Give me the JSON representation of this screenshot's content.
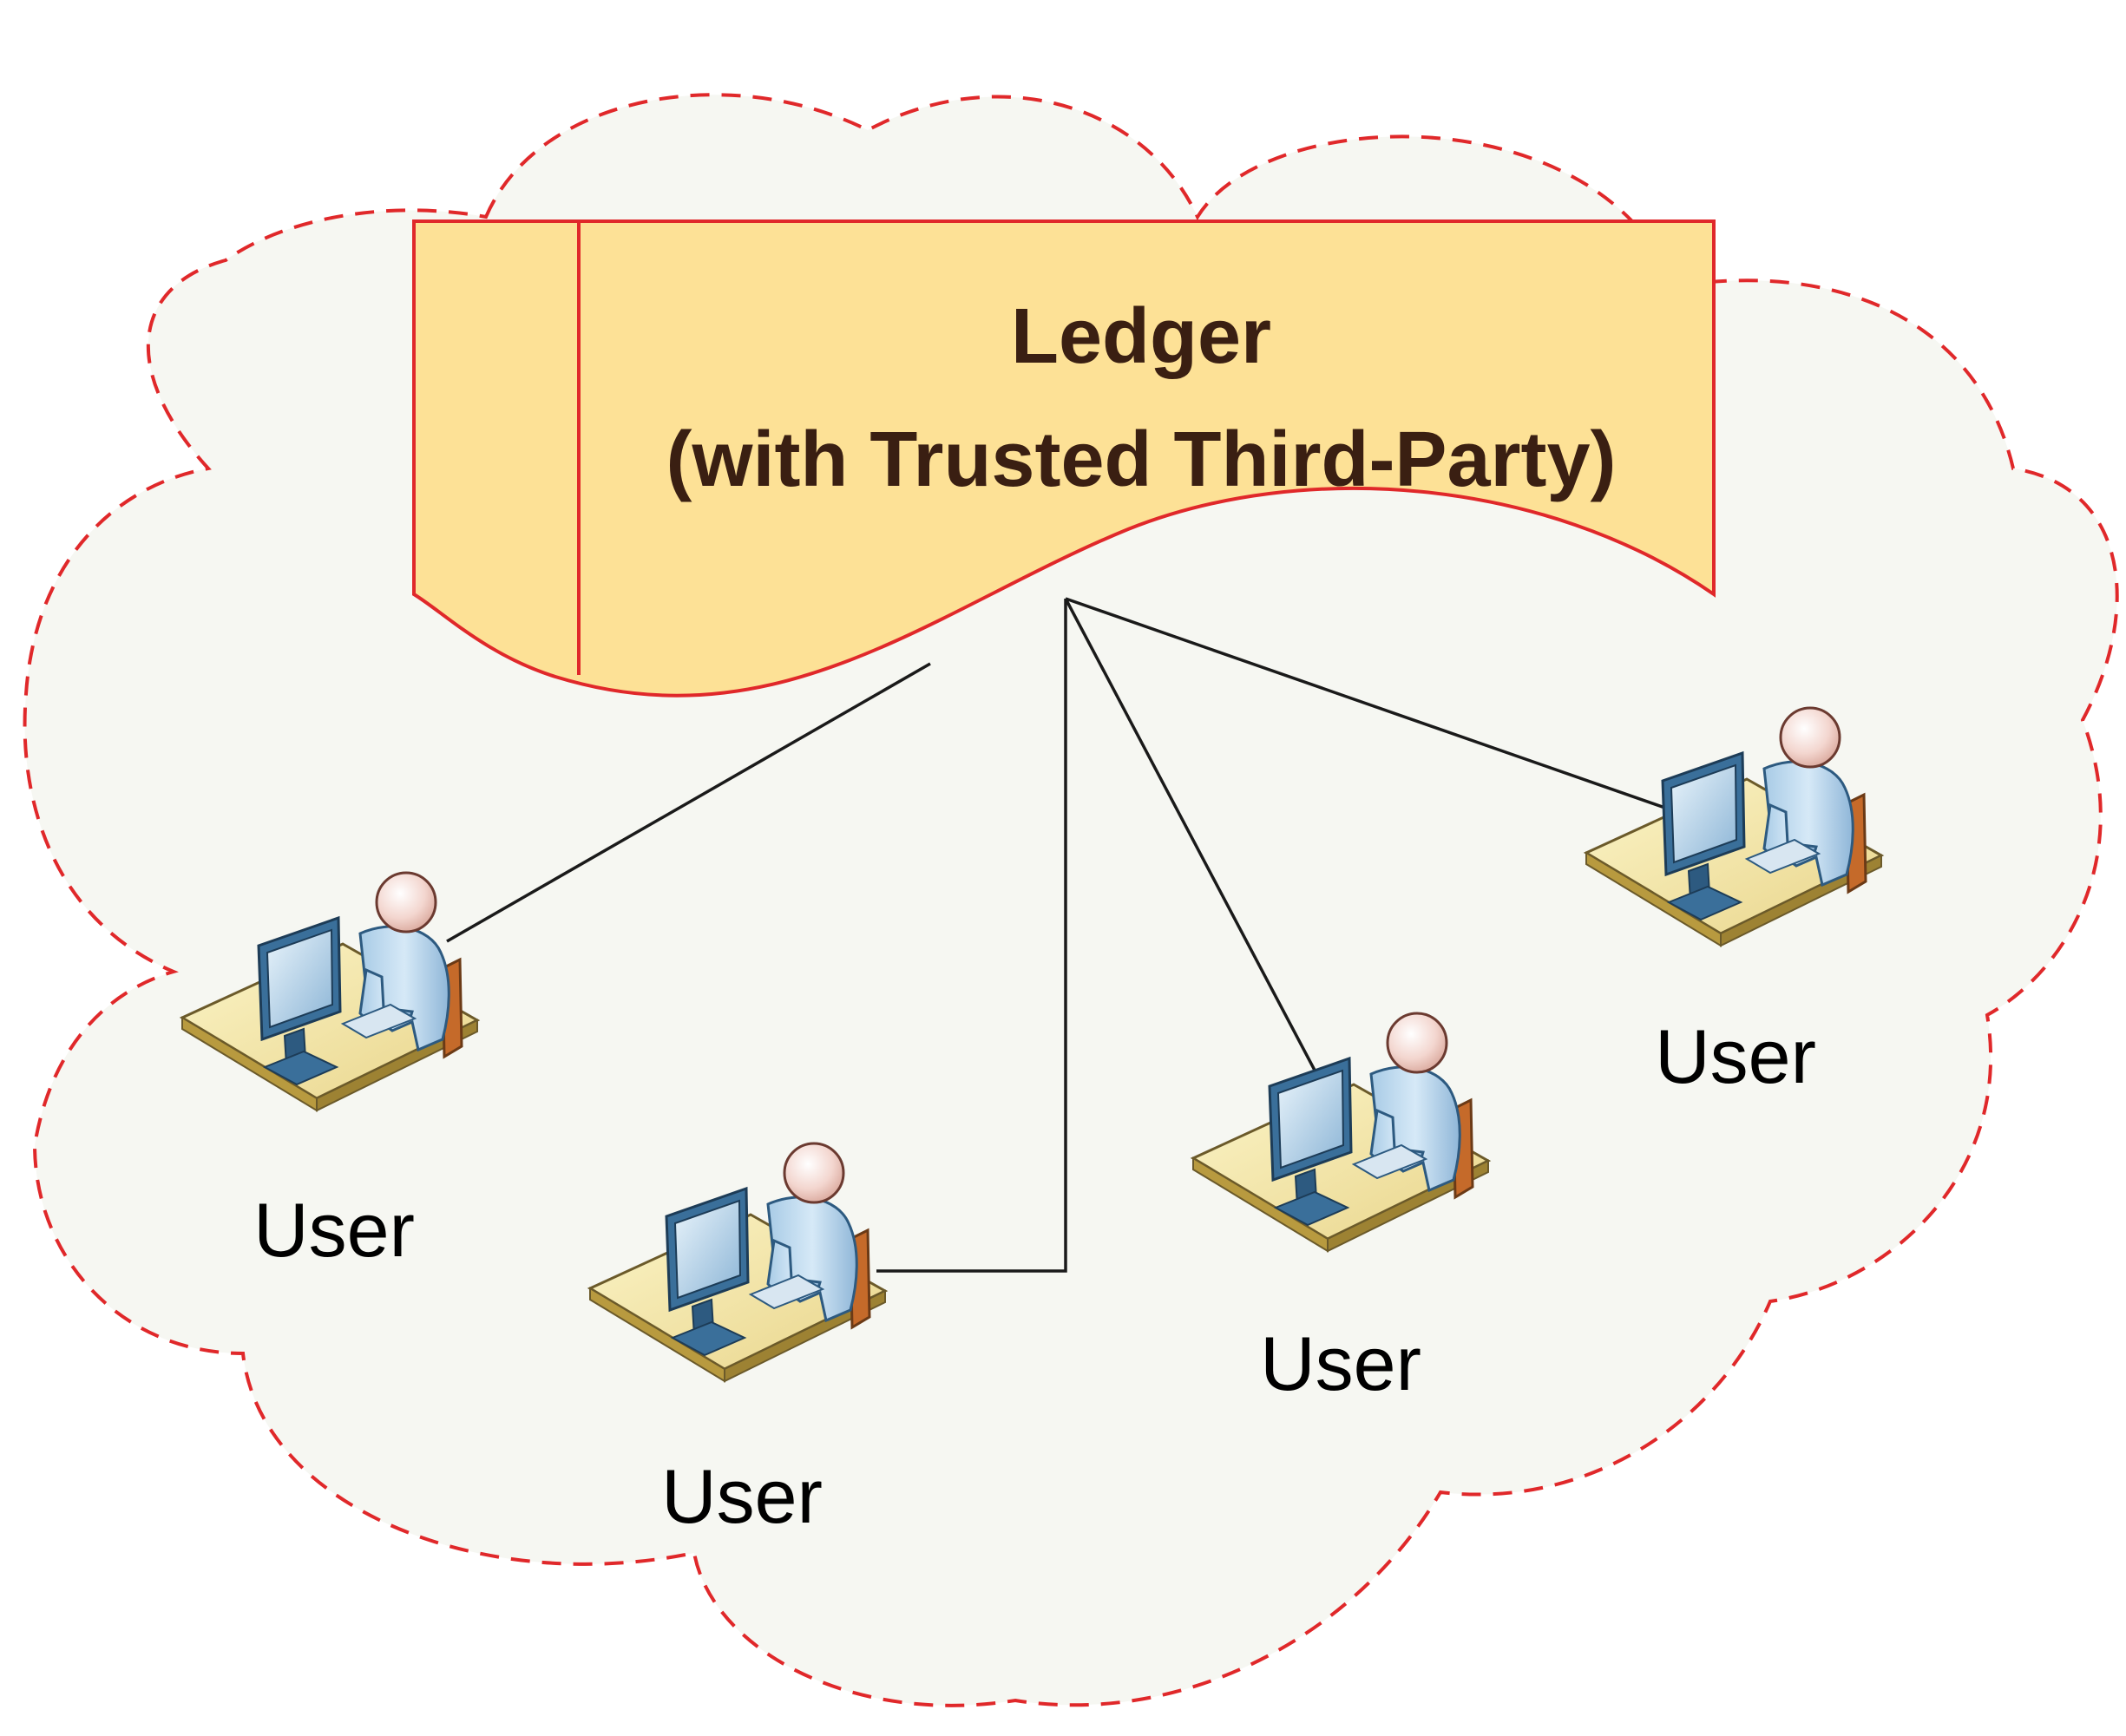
{
  "diagram": {
    "ledger": {
      "title": "Ledger",
      "subtitle": "(with Trusted Third-Party)"
    },
    "users": [
      {
        "label": "User"
      },
      {
        "label": "User"
      },
      {
        "label": "User"
      },
      {
        "label": "User"
      }
    ]
  },
  "colors": {
    "cloud_fill": "#f6f7f2",
    "cloud_border": "#e0282a",
    "ledger_fill": "#fde196",
    "ledger_border": "#e0282a",
    "ledger_text": "#3a1f12",
    "connector": "#1a1a1a"
  },
  "icons": {
    "user": "user-at-computer-icon"
  }
}
